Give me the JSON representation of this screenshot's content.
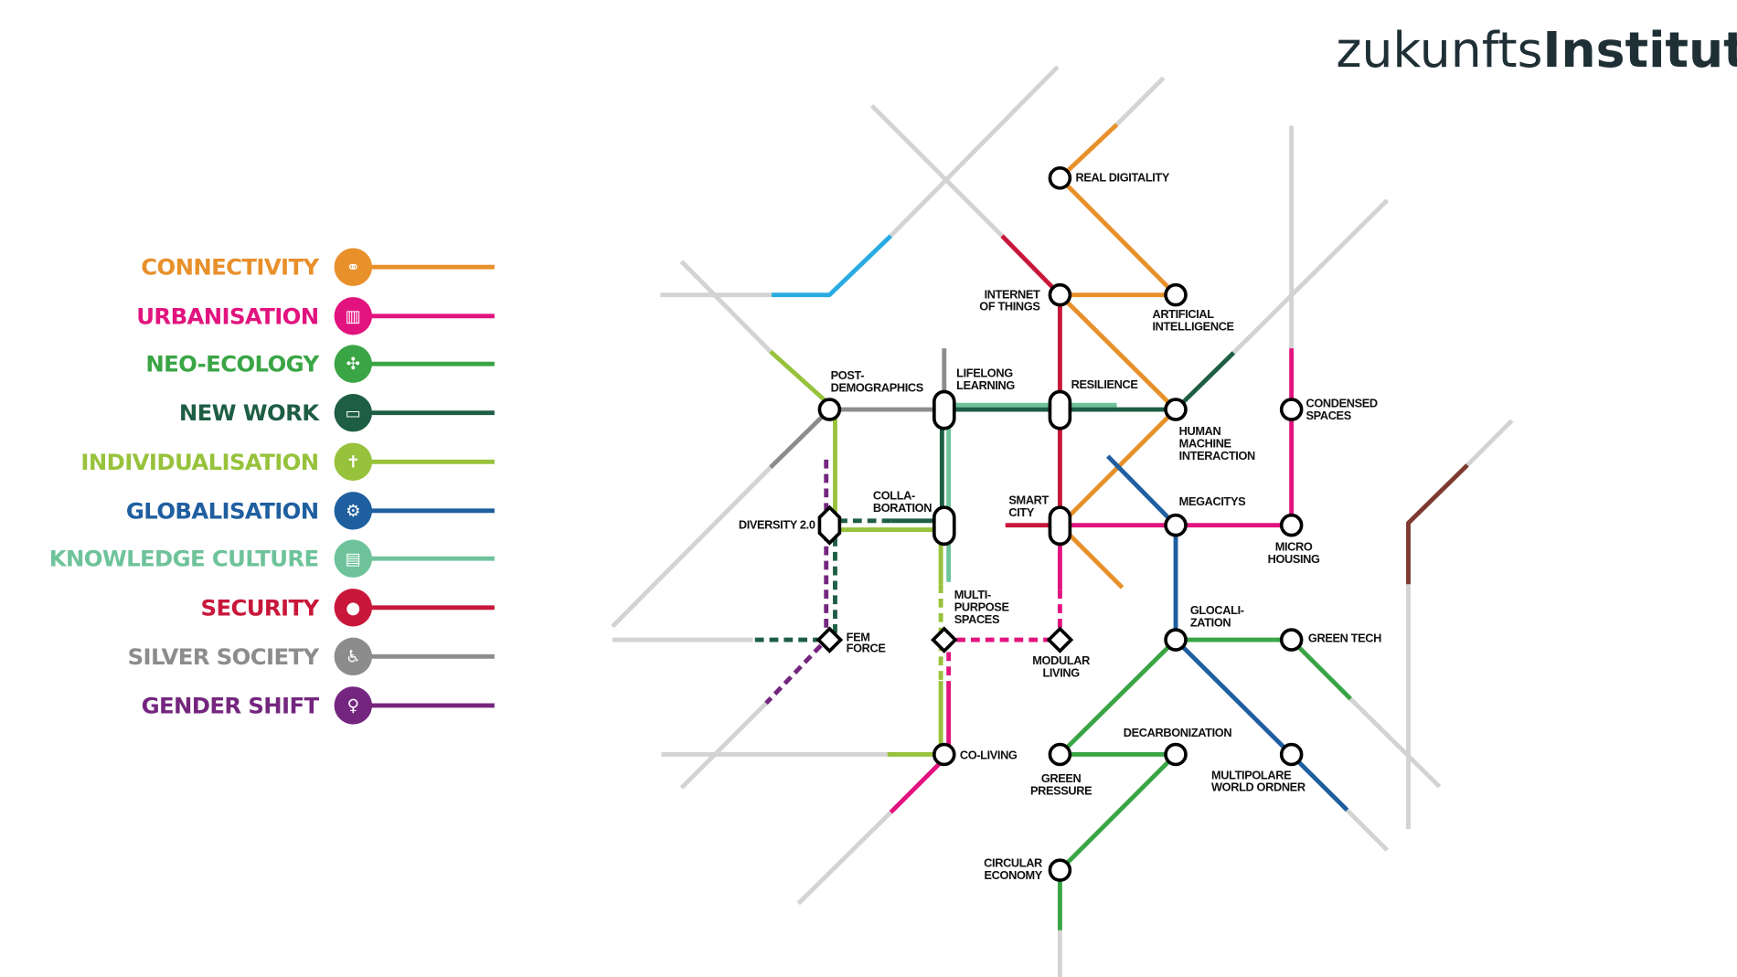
{
  "logo": {
    "part1": "zukunfts",
    "part2": "Institut"
  },
  "legend": [
    {
      "label": "CONNECTIVITY",
      "color": "#e8902a",
      "icon": "network-icon"
    },
    {
      "label": "URBANISATION",
      "color": "#e2137f",
      "icon": "building-icon"
    },
    {
      "label": "NEO-ECOLOGY",
      "color": "#3aa545",
      "icon": "wind-turbine-icon"
    },
    {
      "label": "NEW WORK",
      "color": "#1e5e45",
      "icon": "laptop-icon"
    },
    {
      "label": "INDIVIDUALISATION",
      "color": "#97c23b",
      "icon": "tightrope-person-icon"
    },
    {
      "label": "GLOBALISATION",
      "color": "#1f5fa0",
      "icon": "globe-gears-icon"
    },
    {
      "label": "KNOWLEDGE CULTURE",
      "color": "#6ec39a",
      "icon": "book-icon"
    },
    {
      "label": "SECURITY",
      "color": "#c8173a",
      "icon": "keyhole-icon"
    },
    {
      "label": "SILVER SOCIETY",
      "color": "#8c8c8c",
      "icon": "elderly-person-icon"
    },
    {
      "label": "GENDER SHIFT",
      "color": "#74267f",
      "icon": "person-icon"
    }
  ],
  "stations": {
    "real_digitality": [
      "REAL DIGITALITY"
    ],
    "internet_of_things": [
      "INTERNET",
      "OF THINGS"
    ],
    "artificial_intelligence": [
      "ARTIFICIAL",
      "INTELLIGENCE"
    ],
    "post_demographics": [
      "POST-",
      "DEMOGRAPHICS"
    ],
    "lifelong_learning": [
      "LIFELONG",
      "LEARNING"
    ],
    "resilience": [
      "RESILIENCE"
    ],
    "human_machine_interaction": [
      "HUMAN",
      "MACHINE",
      "INTERACTION"
    ],
    "condensed_spaces": [
      "CONDENSED",
      "SPACES"
    ],
    "collaboration": [
      "COLLA-",
      "BORATION"
    ],
    "smart_city": [
      "SMART",
      "CITY"
    ],
    "megacitys": [
      "MEGACITYS"
    ],
    "diversity": [
      "DIVERSITY 2.0"
    ],
    "micro_housing": [
      "MICRO",
      "HOUSING"
    ],
    "multipurpose_spaces": [
      "MULTI-",
      "PURPOSE",
      "SPACES"
    ],
    "glocalization": [
      "GLOCALI-",
      "ZATION"
    ],
    "fem_force": [
      "FEM",
      "FORCE"
    ],
    "green_tech": [
      "GREEN TECH"
    ],
    "modular_living": [
      "MODULAR",
      "LIVING"
    ],
    "decarbonization": [
      "DECARBONIZATION"
    ],
    "co_living": [
      "CO-LIVING"
    ],
    "green_pressure": [
      "GREEN",
      "PRESSURE"
    ],
    "multipolare": [
      "MULTIPOLARE",
      "WORLD ORDNER"
    ],
    "circular_economy": [
      "CIRCULAR",
      "ECONOMY"
    ]
  }
}
